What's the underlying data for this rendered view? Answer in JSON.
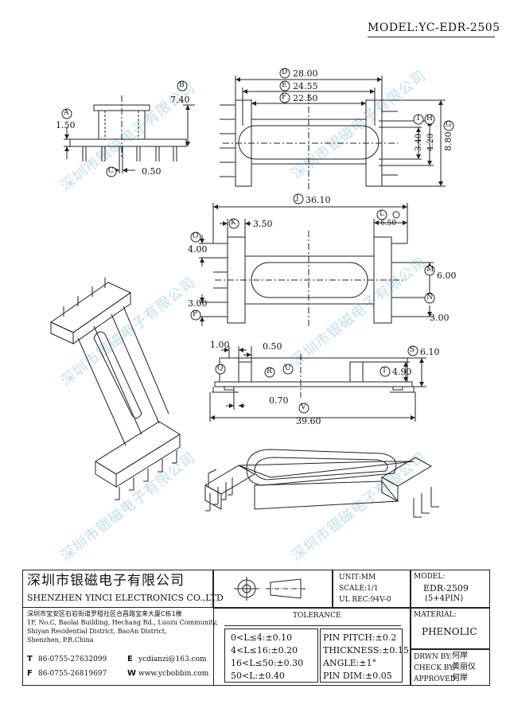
{
  "model_header": "MODEL:YC-EDR-2505",
  "watermark": "深圳市银磁电子有限公司",
  "dims": {
    "A": "A",
    "A_val": "1.50",
    "B": "B",
    "B_val": "7.40",
    "C": "C",
    "C_val": "0.50",
    "D": "D",
    "D_val": "28.00",
    "E": "E",
    "E_val": "24.55",
    "F": "F",
    "F_val": "22.50",
    "G": "G",
    "G_val": "8.80",
    "H": "H",
    "H_val": "4.20",
    "I": "I",
    "I_val": "3.40",
    "J": "J",
    "J_val": "36.10",
    "K": "K",
    "K_val": "3.50",
    "L": "L",
    "L_val": "6.50",
    "M": "M",
    "M_val": "6.00",
    "N": "N",
    "N_val": "3.00",
    "O": "O",
    "O_val": "4.00",
    "P": "P",
    "P_val": "3.00",
    "Q": "Q",
    "Q_val": "1.00",
    "R": "R",
    "R_val": "0.50",
    "S": "S",
    "S_val": "6.10",
    "T": "T",
    "T_val": "4.90",
    "U": "U",
    "U_val": "0.70",
    "V": "V",
    "V_val": "39.60"
  },
  "titleblock": {
    "company_cn": "深圳市银磁电子有限公司",
    "company_en": "SHENZHEN YINCI ELECTRONICS CO.,LTD",
    "address": [
      "深圳市宝安区石岩街道罗租社区合昌路宝来大厦C栋1楼",
      "1F, No.C, Baolai Building, Hechang Rd., Luozu Community,",
      "Shiyan Residential District, BaoAn District,",
      "Shenzhen, P.R.China"
    ],
    "tel_label": "T",
    "tel": "86-0755-27632099",
    "fax_label": "F",
    "fax": "86-0755-26819697",
    "email_label": "E",
    "email": "ycdianzi@163.com",
    "web_label": "W",
    "web": "www.ycbobbin.com",
    "unit": "UNIT:MM",
    "scale": "SCALE:1/1",
    "ul": "UL REC:94V-0",
    "model_label": "MODEL:",
    "model_value": "EDR-2509",
    "model_pins": "(5+4PIN)",
    "tolerance_title": "TOLERANCE",
    "tol_left": [
      "0<L≤4:±0.10",
      "4<L≤16:±0.20",
      "16<L≤50:±0.30",
      "50<L:±0.40"
    ],
    "tol_right": [
      "PIN PITCH:±0.2",
      "THICKNESS:±0.15",
      "ANGLE:±1°",
      "PIN DIM:±0.05"
    ],
    "material_label": "MATERIAL:",
    "material_value": "PHENOLIC",
    "drwn_label": "DRWN BY:",
    "drwn_value": "何岸",
    "check_label": "CHECK BY:",
    "check_value": "黄丽仪",
    "approved_label": "APPROVED:",
    "approved_value": "何岸"
  }
}
